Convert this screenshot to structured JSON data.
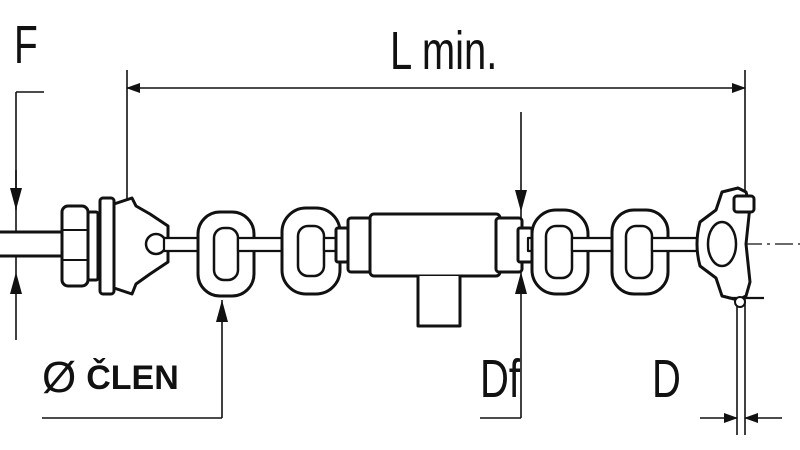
{
  "labels": {
    "f": "F",
    "length": "L min.",
    "diameter_symbol": "Ø",
    "member": "ČLEN",
    "df": "Df",
    "d": "D"
  },
  "colors": {
    "stroke": "#111111",
    "background": "#ffffff"
  }
}
